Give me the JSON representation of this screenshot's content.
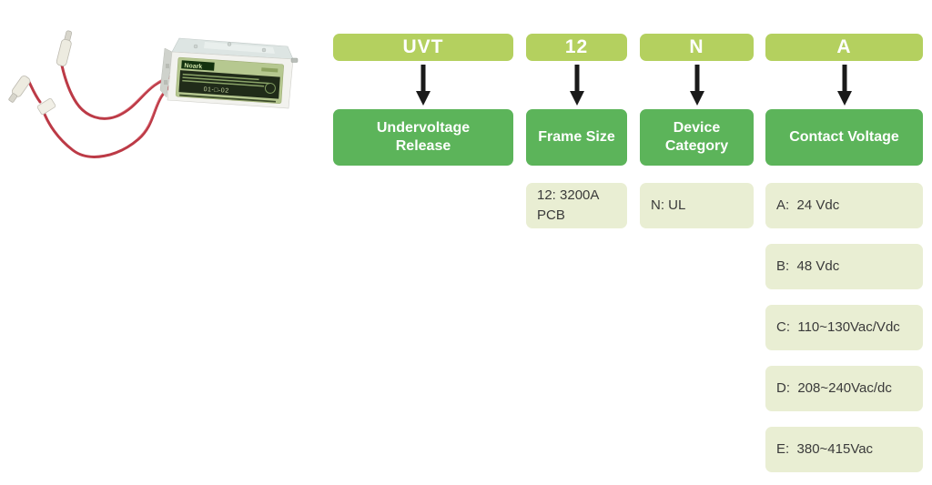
{
  "product_image": {
    "brand": "Noark",
    "label_code": "01-□-02"
  },
  "diagram": {
    "colors": {
      "code_box_bg": "#b4d05f",
      "label_box_bg": "#5cb45a",
      "option_box_bg": "#e9eed3",
      "code_text": "#ffffff",
      "label_text": "#ffffff",
      "option_text": "#3a3a3a",
      "arrow": "#1a1a1a"
    },
    "columns": [
      {
        "code": "UVT",
        "label": "Undervoltage Release",
        "options": []
      },
      {
        "code": "12",
        "label": "Frame Size",
        "options": [
          "12: 3200A\nPCB"
        ]
      },
      {
        "code": "N",
        "label": "Device Category",
        "options": [
          "N: UL"
        ]
      },
      {
        "code": "A",
        "label": "Contact Voltage",
        "options": [
          "A:  24 Vdc",
          "B:  48 Vdc",
          "C:  110~130Vac/Vdc",
          "D:  208~240Vac/dc",
          "E:  380~415Vac"
        ]
      }
    ]
  }
}
